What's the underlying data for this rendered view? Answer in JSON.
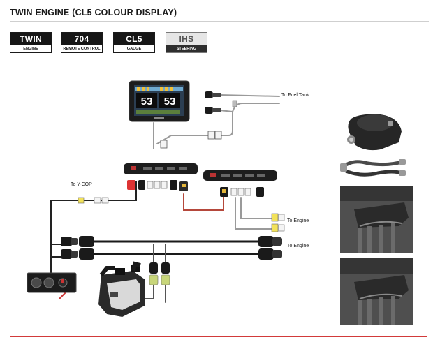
{
  "page": {
    "title": "TWIN ENGINE (CL5 COLOUR DISPLAY)"
  },
  "badges": [
    {
      "top": "TWIN",
      "bottom": "ENGINE",
      "style": "dark"
    },
    {
      "top": "704",
      "bottom": "REMOTE CONTROL",
      "style": "dark"
    },
    {
      "top": "CL5",
      "bottom": "GAUGE",
      "style": "dark"
    },
    {
      "top": "IHS",
      "bottom": "STEERING",
      "style": "gray"
    }
  ],
  "diagram": {
    "label_fuel_tank": "To Fuel Tank",
    "label_ycop": "To Y-COP",
    "label_engine_1": "To Engine",
    "label_engine_2": "To Engine",
    "gauge_left_value": "53",
    "gauge_right_value": "53"
  },
  "colors": {
    "accent": "#d23a3a",
    "badge_dark": "#161616",
    "wire_gray": "#9a9a9a",
    "wire_dark": "#222222",
    "wire_red": "#b5483b",
    "connector_yellow": "#f2e25a"
  }
}
